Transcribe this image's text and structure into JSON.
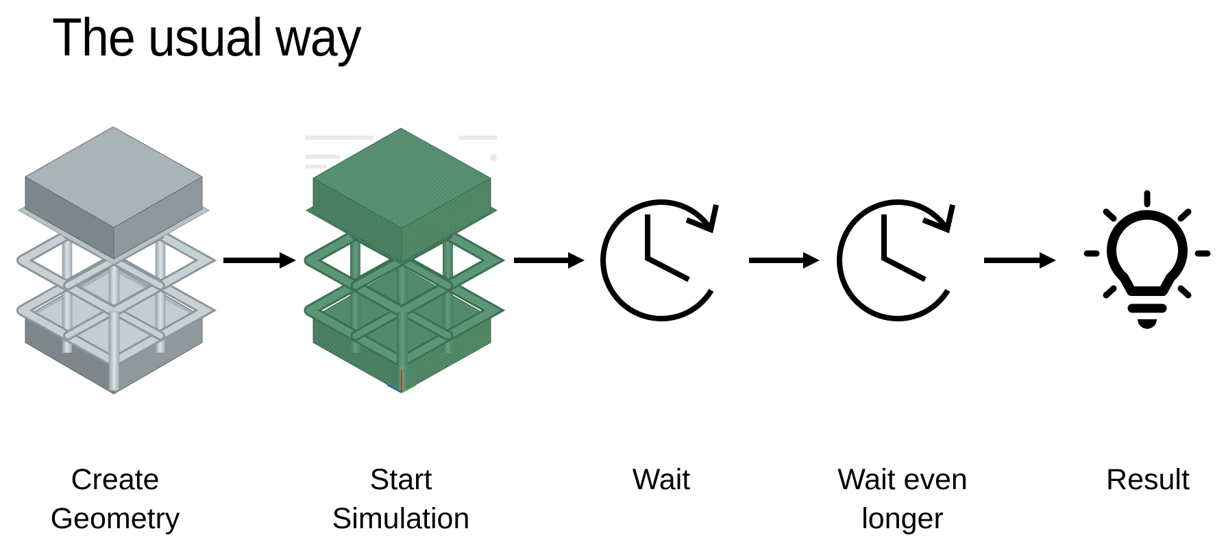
{
  "slide": {
    "title": "The usual way"
  },
  "flow": {
    "steps": [
      {
        "id": "create-geometry",
        "icon": "gray-lattice-cad-model",
        "label_lines": [
          "Create",
          "Geometry"
        ]
      },
      {
        "id": "start-simulation",
        "icon": "green-meshed-lattice-model",
        "label_lines": [
          "Start",
          "Simulation"
        ]
      },
      {
        "id": "wait",
        "icon": "clock-refresh-icon",
        "label_lines": [
          "Wait"
        ]
      },
      {
        "id": "wait-even-longer",
        "icon": "clock-refresh-icon",
        "label_lines": [
          "Wait even",
          "longer"
        ]
      },
      {
        "id": "result",
        "icon": "lightbulb-icon",
        "label_lines": [
          "Result"
        ]
      }
    ],
    "connector_icon": "right-arrow-icon",
    "colors": {
      "ink": "#000000",
      "cad_top": "#a9b4b9",
      "cad_left": "#7d878b",
      "cad_right": "#8f999d",
      "cad_strut": "#c9d3d7",
      "mesh_top": "#508b6b",
      "mesh_left": "#437a5c",
      "mesh_right": "#4a825f",
      "mesh_strut": "#5a9575"
    }
  }
}
